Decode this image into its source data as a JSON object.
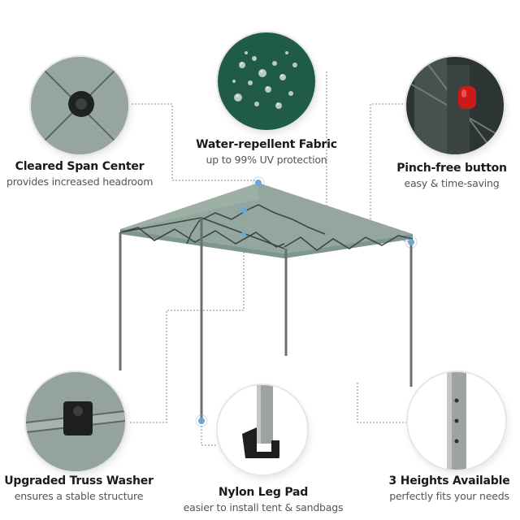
{
  "features": [
    {
      "id": "center",
      "title": "Cleared Span Center",
      "subtitle": "provides increased headroom",
      "icon": "canopy-center-hub-icon"
    },
    {
      "id": "fabric",
      "title": "Water-repellent Fabric",
      "subtitle": "up to 99% UV protection",
      "icon": "water-droplets-icon"
    },
    {
      "id": "button",
      "title": "Pinch-free button",
      "subtitle": "easy & time-saving",
      "icon": "pinch-button-icon"
    },
    {
      "id": "washer",
      "title": "Upgraded Truss Washer",
      "subtitle": "ensures a stable structure",
      "icon": "truss-washer-icon"
    },
    {
      "id": "pad",
      "title": "Nylon Leg Pad",
      "subtitle": "easier to install tent & sandbags",
      "icon": "leg-pad-icon"
    },
    {
      "id": "heights",
      "title": "3 Heights Available",
      "subtitle": "perfectly fits your needs",
      "icon": "height-holes-icon"
    }
  ],
  "colors": {
    "canopy": "#8fa49b",
    "canopy_dark": "#6f8a7f",
    "fabric_green": "#1f5b45",
    "frame": "#4a4f4d",
    "button_red": "#cc1a1a",
    "callout_line": "#8a8a8a",
    "dot": "#6ea6d4"
  }
}
